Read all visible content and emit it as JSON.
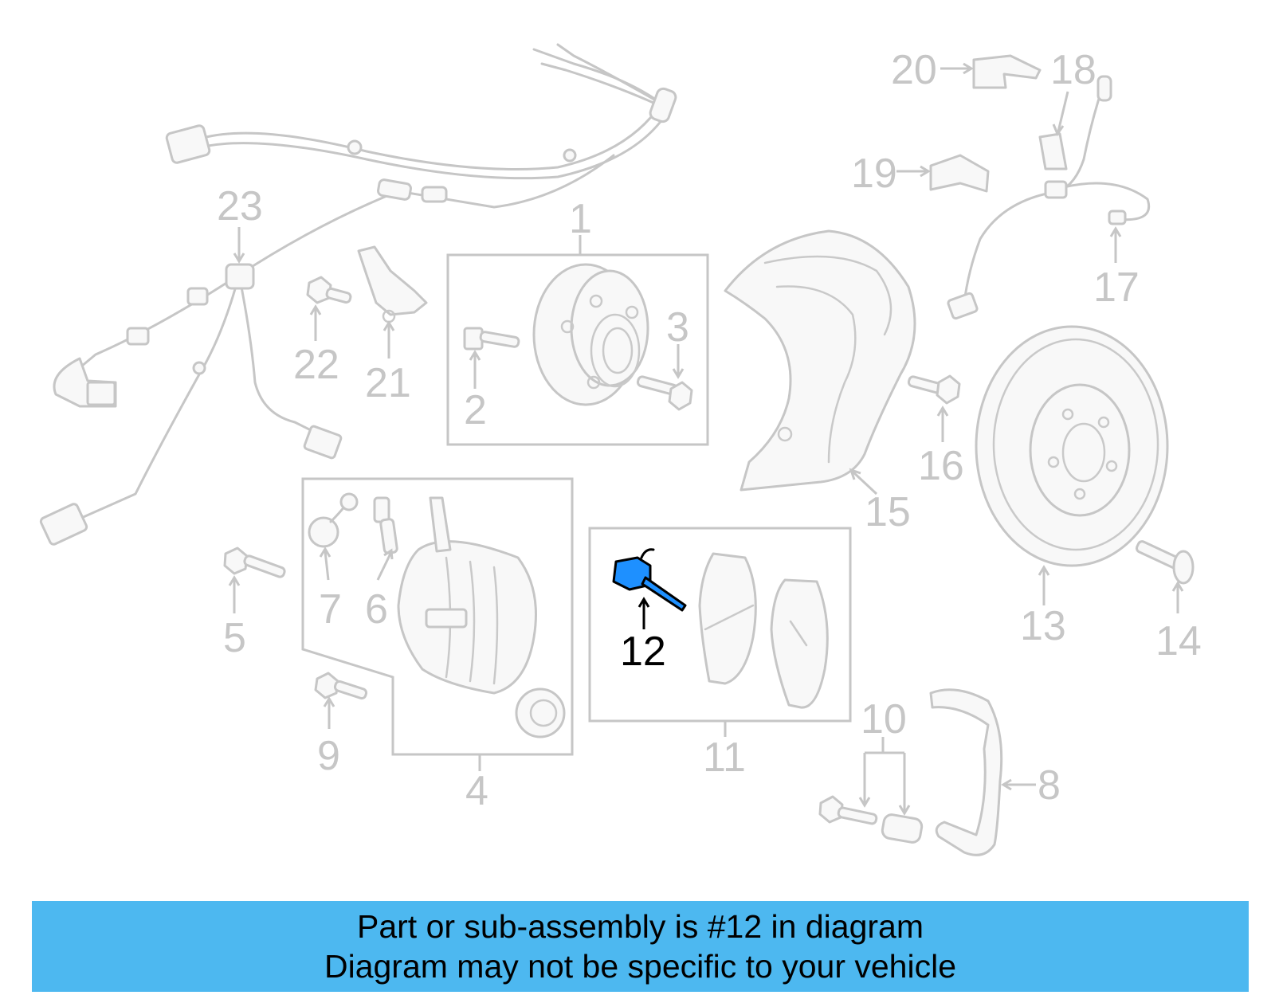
{
  "colors": {
    "highlight_part": "#1e90ff",
    "faded_part": "#c6c6c6",
    "banner": "#4db8f0"
  },
  "diagram": {
    "highlighted_part": "12",
    "labels": {
      "l1": "1",
      "l2": "2",
      "l3": "3",
      "l4": "4",
      "l5": "5",
      "l6": "6",
      "l7": "7",
      "l8": "8",
      "l9": "9",
      "l10": "10",
      "l11": "11",
      "l12": "12",
      "l13": "13",
      "l14": "14",
      "l15": "15",
      "l16": "16",
      "l17": "17",
      "l18": "18",
      "l19": "19",
      "l20": "20",
      "l21": "21",
      "l22": "22",
      "l23": "23"
    }
  },
  "banner": {
    "line1": "Part or sub-assembly is #12 in diagram",
    "line2": "Diagram may not be specific to your vehicle"
  }
}
